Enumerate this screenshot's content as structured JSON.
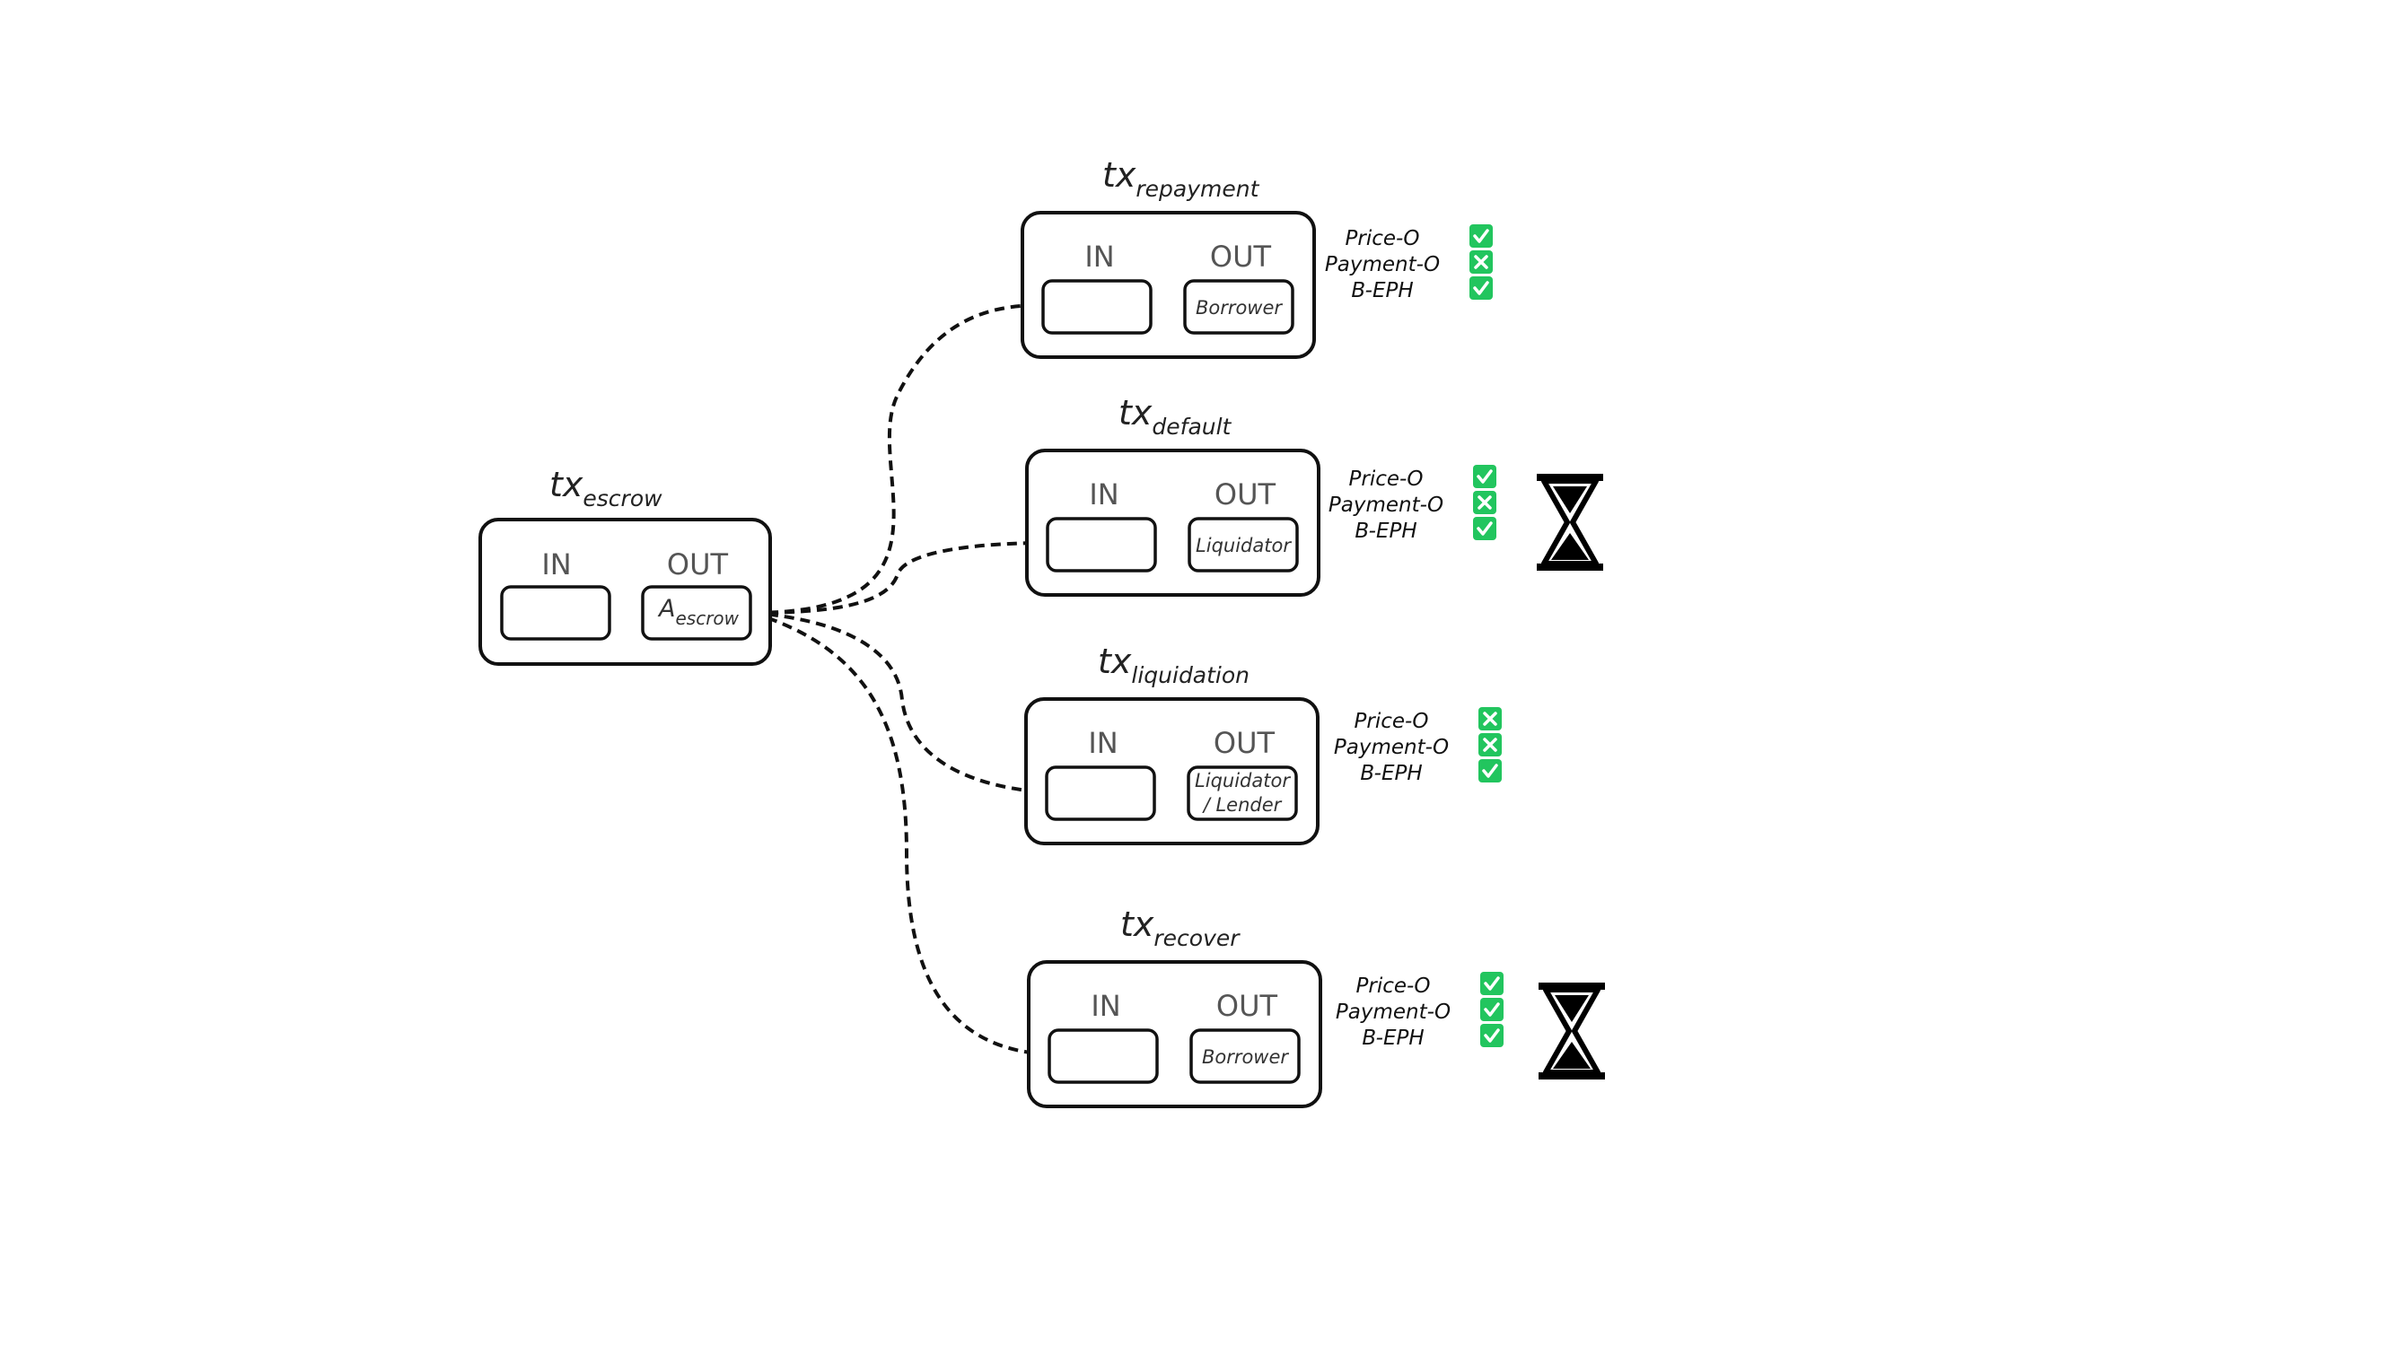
{
  "colors": {
    "check": "#22c55e",
    "stroke": "#111111",
    "hourglass": "#000000"
  },
  "escrow": {
    "title_main": "tx",
    "title_sub": "escrow",
    "in_label": "IN",
    "out_label": "OUT",
    "out_main": "A",
    "out_sub": "escrow"
  },
  "transactions": [
    {
      "key": "repayment",
      "title_main": "tx",
      "title_sub": "repayment",
      "in_label": "IN",
      "out_label": "OUT",
      "out_lines": [
        "Borrower"
      ],
      "conditions": [
        {
          "label": "Price-O",
          "status": "check"
        },
        {
          "label": "Payment-O",
          "status": "cross"
        },
        {
          "label": "B-EPH",
          "status": "check"
        }
      ],
      "timelock": false
    },
    {
      "key": "default",
      "title_main": "tx",
      "title_sub": "default",
      "in_label": "IN",
      "out_label": "OUT",
      "out_lines": [
        "Liquidator"
      ],
      "conditions": [
        {
          "label": "Price-O",
          "status": "check"
        },
        {
          "label": "Payment-O",
          "status": "cross"
        },
        {
          "label": "B-EPH",
          "status": "check"
        }
      ],
      "timelock": true
    },
    {
      "key": "liquidation",
      "title_main": "tx",
      "title_sub": "liquidation",
      "in_label": "IN",
      "out_label": "OUT",
      "out_lines": [
        "Liquidator",
        "/ Lender"
      ],
      "conditions": [
        {
          "label": "Price-O",
          "status": "cross"
        },
        {
          "label": "Payment-O",
          "status": "cross"
        },
        {
          "label": "B-EPH",
          "status": "check"
        }
      ],
      "timelock": false
    },
    {
      "key": "recover",
      "title_main": "tx",
      "title_sub": "recover",
      "in_label": "IN",
      "out_label": "OUT",
      "out_lines": [
        "Borrower"
      ],
      "conditions": [
        {
          "label": "Price-O",
          "status": "check"
        },
        {
          "label": "Payment-O",
          "status": "check"
        },
        {
          "label": "B-EPH",
          "status": "check"
        }
      ],
      "timelock": true
    }
  ]
}
